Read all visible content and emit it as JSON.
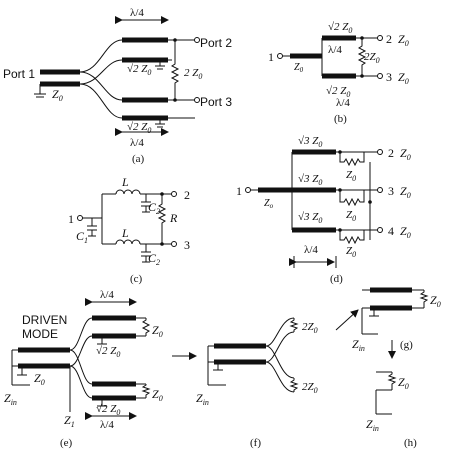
{
  "panels": {
    "a": {
      "caption": "(a)",
      "port1": "Port 1",
      "port2": "Port 2",
      "port3": "Port 3",
      "z0": "Z",
      "z0_sub": "0",
      "sqrt2z0": "√2 Z",
      "sqrt2z0_sub": "0",
      "twoz0": "2 Z",
      "twoz0_sub": "0",
      "lambda4_top": "λ/4",
      "lambda4_bottom": "λ/4"
    },
    "b": {
      "caption": "(b)",
      "port1": "1",
      "port2": "2",
      "port3": "3",
      "z0_in": "Z",
      "z0_in_sub": "0",
      "sqrt2_top": "√2 Z",
      "sqrt2_top_sub": "0",
      "sqrt2_bottom": "√2 Z",
      "sqrt2_bottom_sub": "0",
      "lambda4_a": "λ/4",
      "lambda4_b": "λ/4",
      "twoz0": "2Z",
      "twoz0_sub": "0",
      "z0_2": "Z",
      "z0_2_sub": "0",
      "z0_3": "Z",
      "z0_3_sub": "0"
    },
    "c": {
      "caption": "(c)",
      "node1": "1",
      "node2": "2",
      "node3": "3",
      "L_top": "L",
      "L_bottom": "L",
      "C1": "C",
      "C1_sub": "1",
      "C2_top": "C",
      "C2_top_sub": "2",
      "C2_bottom": "C",
      "C2_bottom_sub": "2",
      "R": "R"
    },
    "d": {
      "caption": "(d)",
      "port1": "1",
      "port2": "2",
      "port3": "3",
      "port4": "4",
      "z0_in": "Z",
      "z0_in_sub": "o",
      "sqrt3_1": "√3 Z",
      "sqrt3_1_sub": "0",
      "sqrt3_2": "√3 Z",
      "sqrt3_2_sub": "0",
      "sqrt3_3": "√3 Z",
      "sqrt3_3_sub": "0",
      "rz0_1": "Z",
      "rz0_1_sub": "0",
      "rz0_2": "Z",
      "rz0_2_sub": "0",
      "rz0_3": "Z",
      "rz0_3_sub": "0",
      "term2": "Z",
      "term2_sub": "0",
      "term3": "Z",
      "term3_sub": "0",
      "term4": "Z",
      "term4_sub": "0",
      "lambda4": "λ/4"
    },
    "e": {
      "caption": "(e)",
      "driven_line1": "DRIVEN",
      "driven_line2": "MODE",
      "lambda4_top": "λ/4",
      "lambda4_bottom": "λ/4",
      "z0_top": "Z",
      "z0_top_sub": "0",
      "z0_bottom": "Z",
      "z0_bottom_sub": "0",
      "sqrt2_top": "√2 Z",
      "sqrt2_top_sub": "0",
      "sqrt2_bottom": "√2 Z",
      "sqrt2_bottom_sub": "0",
      "z0_in": "Z",
      "z0_in_sub": "0",
      "zin": "Z",
      "zin_sub": "in",
      "z1": "Z",
      "z1_sub": "1"
    },
    "f": {
      "caption": "(f)",
      "twoz0_top": "2Z",
      "twoz0_top_sub": "0",
      "twoz0_bottom": "2Z",
      "twoz0_bottom_sub": "0",
      "zin": "Z",
      "zin_sub": "in"
    },
    "g": {
      "caption": "(g)",
      "z0": "Z",
      "z0_sub": "0",
      "zin": "Z",
      "zin_sub": "in"
    },
    "h": {
      "caption": "(h)",
      "z0": "Z",
      "z0_sub": "0",
      "zin": "Z",
      "zin_sub": "in"
    }
  }
}
